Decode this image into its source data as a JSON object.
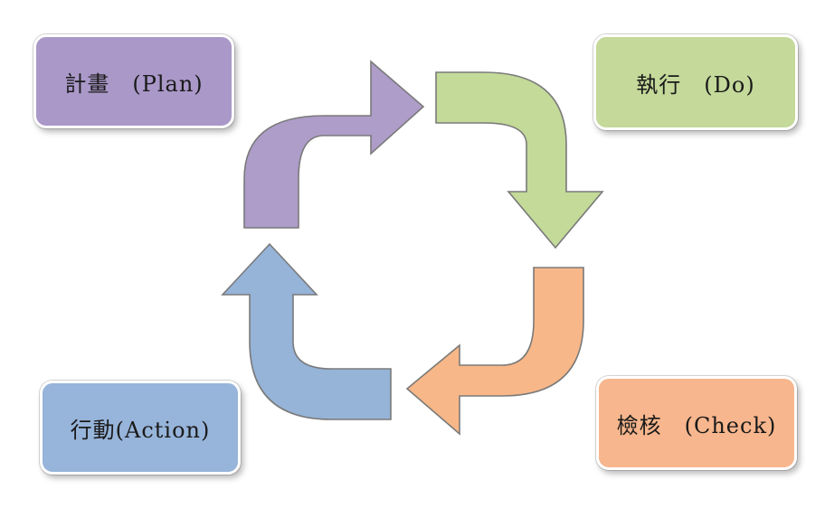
{
  "phases": {
    "plan": {
      "label": "計畫　(Plan)",
      "color": "#a998c8"
    },
    "do": {
      "label": "執行　(Do)",
      "color": "#c4d99a"
    },
    "check": {
      "label": "檢核　(Check)",
      "color": "#f7b68d"
    },
    "action": {
      "label": "行動(Action)",
      "color": "#97b4da"
    }
  },
  "arrows": {
    "plan_color": "#ae9cc9",
    "do_color": "#c3da98",
    "check_color": "#f8b788",
    "action_color": "#96b3d8",
    "outline_color": "#7a7a7a"
  }
}
